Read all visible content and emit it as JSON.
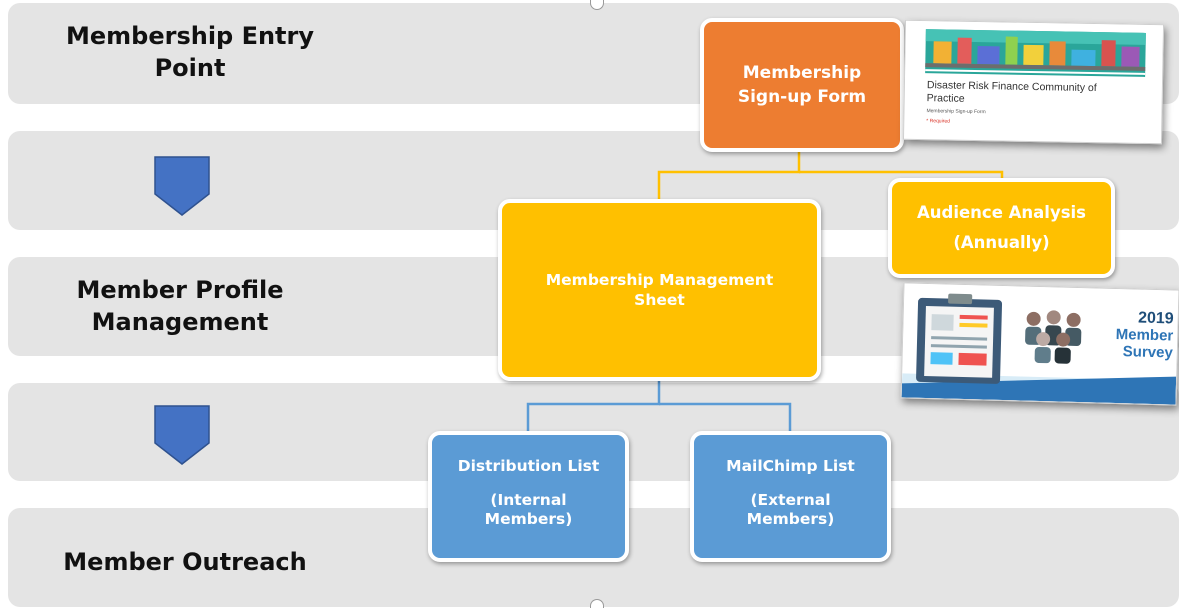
{
  "stages": [
    {
      "label_line1": "Membership Entry",
      "label_line2": "Point"
    },
    {
      "label_line1": "Member Profile",
      "label_line2": "Management"
    },
    {
      "label_line1": "Member Outreach"
    }
  ],
  "nodes": {
    "signup": {
      "line1": "Membership",
      "line2": "Sign-up Form"
    },
    "management": {
      "line1": "Membership Management",
      "line2": "Sheet"
    },
    "audience": {
      "line1": "Audience Analysis",
      "line2": "(Annually)"
    },
    "distribution": {
      "title": "Distribution List",
      "sub1": "(Internal",
      "sub2": "Members)"
    },
    "mailchimp": {
      "title": "MailChimp List",
      "sub1": "(External",
      "sub2": "Members)"
    }
  },
  "form_thumbnail": {
    "title_line1": "Disaster Risk Finance Community of",
    "title_line2": "Practice",
    "subtitle": "Membership Sign-up Form",
    "required": "* Required"
  },
  "survey_thumbnail": {
    "year": "2019",
    "line1": "Member",
    "line2": "Survey"
  },
  "colors": {
    "orange": "#ed7d31",
    "yellow": "#ffc000",
    "blue": "#5b9bd5",
    "chevron": "#4472c4",
    "band": "#e4e4e4"
  }
}
